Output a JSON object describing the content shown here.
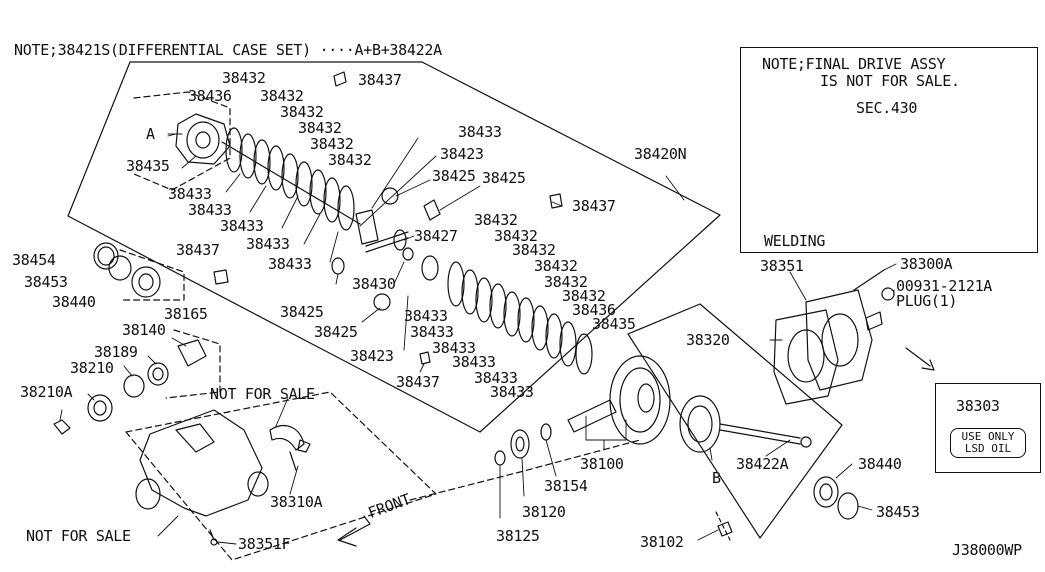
{
  "notes": {
    "case_set": "NOTE;38421S(DIFFERENTIAL CASE SET) ····A+B+38422A",
    "final_drive_line1": "NOTE;FINAL DRIVE ASSY",
    "final_drive_line2": "IS NOT FOR SALE.",
    "sec": "SEC.430",
    "welding": "WELDING",
    "not_for_sale_top": "NOT FOR SALE",
    "not_for_sale_bottom": "NOT FOR SALE",
    "front": "FRONT",
    "plug": "PLUG(1)",
    "oil_line1": "USE ONLY",
    "oil_line2": "LSD OIL",
    "drawing_no": "J38000WP",
    "marker_a": "A",
    "marker_b": "B"
  },
  "parts": {
    "p38432a": "38432",
    "p38436a": "38436",
    "p38432b": "38432",
    "p38437a": "38437",
    "p38432c": "38432",
    "p38432d": "38432",
    "p38432e": "38432",
    "p38432f": "38432",
    "p38433a": "38433",
    "p38423a": "38423",
    "p38435a": "38435",
    "p38420n": "38420N",
    "p38425a": "38425",
    "p38425b": "38425",
    "p38433b": "38433",
    "p38433c": "38433",
    "p38437b": "38437",
    "p38433d": "38433",
    "p38433e": "38433",
    "p38432g": "38432",
    "p38427": "38427",
    "p38432h": "38432",
    "p38432i": "38432",
    "p38433f": "38433",
    "p38454": "38454",
    "p38437c": "38437",
    "p38430": "38430",
    "p38432j": "38432",
    "p38453a": "38453",
    "p38432k": "38432",
    "p38440a": "38440",
    "p38432l": "38432",
    "p38425c": "38425",
    "p38436b": "38436",
    "p38165": "38165",
    "p38433g": "38433",
    "p38435b": "38435",
    "p38425d": "38425",
    "p38433h": "38433",
    "p38140": "38140",
    "p38189": "38189",
    "p38433i": "38433",
    "p38423b": "38423",
    "p38210": "38210",
    "p38433j": "38433",
    "p38437d": "38437",
    "p38210a": "38210A",
    "p38433k": "38433",
    "p38351a": "38351",
    "p38300a": "38300A",
    "p00931": "00931-2121A",
    "p38320": "38320",
    "p38303": "38303",
    "p38422a": "38422A",
    "p38100": "38100",
    "p38440b": "38440",
    "p38154": "38154",
    "p38310a": "38310A",
    "p38453b": "38453",
    "p38120": "38120",
    "p38125": "38125",
    "p38102": "38102",
    "p38351f": "38351F"
  }
}
